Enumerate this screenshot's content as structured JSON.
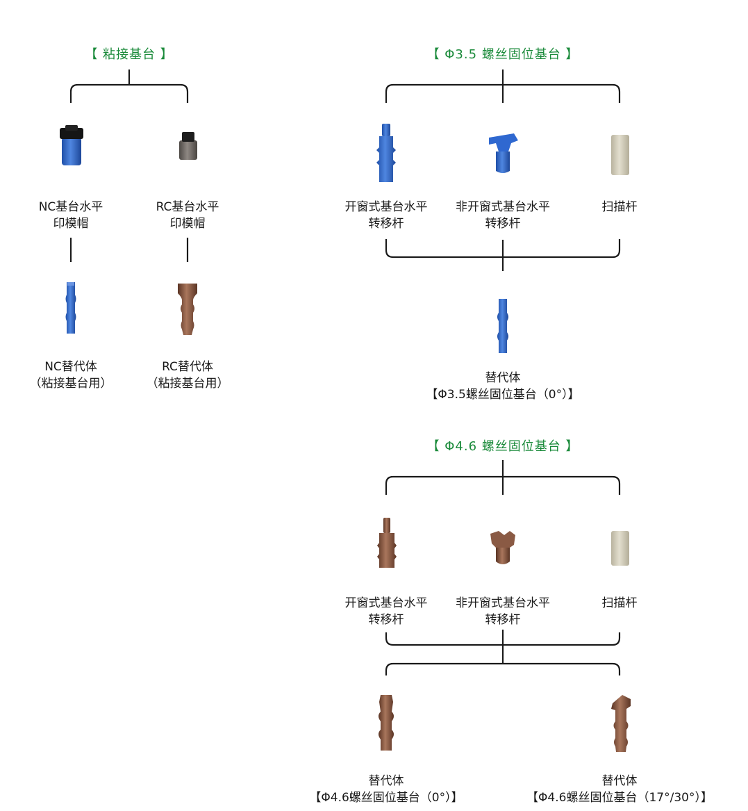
{
  "sections": {
    "cement": {
      "heading": "【 粘接基台 】",
      "items": [
        {
          "line1": "NC基台水平",
          "line2": "印模帽"
        },
        {
          "line1": "RC基台水平",
          "line2": "印模帽"
        }
      ],
      "analogs": [
        {
          "line1": "NC替代体",
          "line2": "（粘接基台用）"
        },
        {
          "line1": "RC替代体",
          "line2": "（粘接基台用）"
        }
      ]
    },
    "screw35": {
      "heading": "【 Φ3.5 螺丝固位基台 】",
      "items": [
        {
          "line1": "开窗式基台水平",
          "line2": "转移杆"
        },
        {
          "line1": "非开窗式基台水平",
          "line2": "转移杆"
        },
        {
          "line1": "扫描杆",
          "line2": ""
        }
      ],
      "analog": {
        "line1": "替代体",
        "line2": "【Φ3.5螺丝固位基台（0°）】"
      }
    },
    "screw46": {
      "heading": "【 Φ4.6 螺丝固位基台 】",
      "items": [
        {
          "line1": "开窗式基台水平",
          "line2": "转移杆"
        },
        {
          "line1": "非开窗式基台水平",
          "line2": "转移杆"
        },
        {
          "line1": "扫描杆",
          "line2": ""
        }
      ],
      "analogs": [
        {
          "line1": "替代体",
          "line2": "【Φ4.6螺丝固位基台（0°）】"
        },
        {
          "line1": "替代体",
          "line2": "【Φ4.6螺丝固位基台（17°/30°）】"
        }
      ]
    }
  },
  "colors": {
    "heading": "#1a8a3a",
    "blue": "#3a6fc4",
    "bronze": "#8a5a44",
    "gray": "#6e6862",
    "beige": "#d8d3c2"
  }
}
